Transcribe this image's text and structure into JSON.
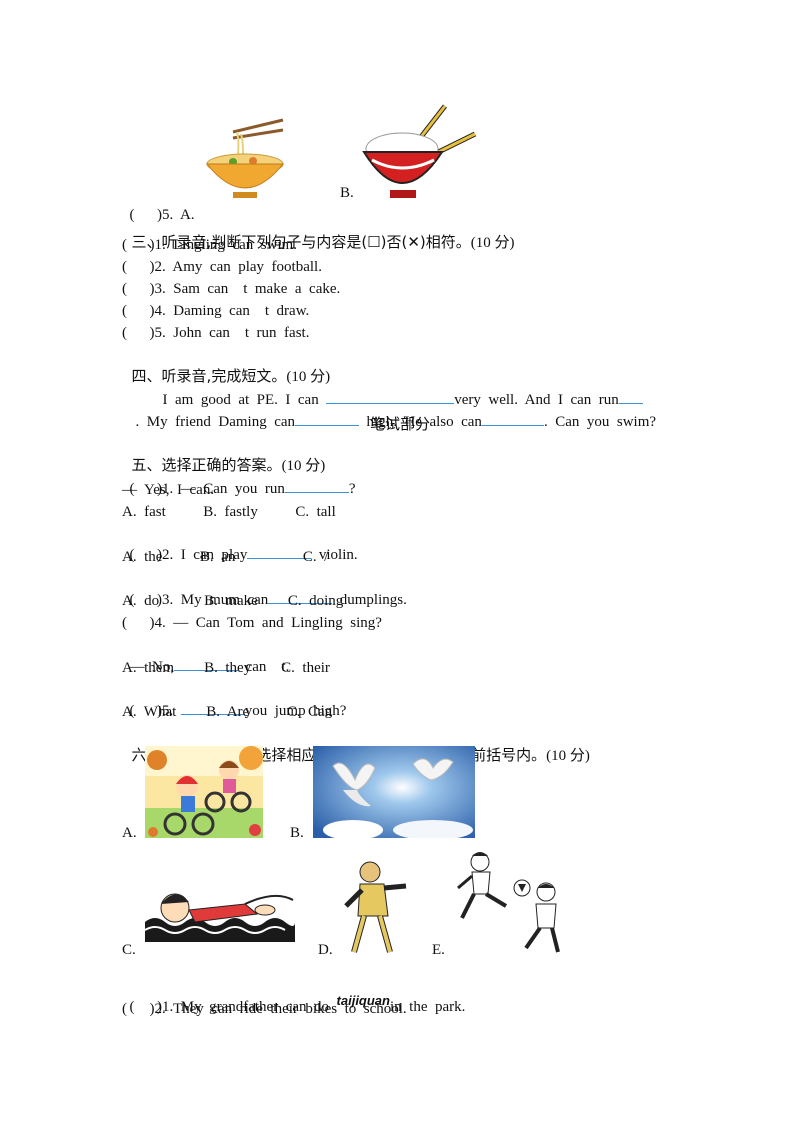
{
  "q5_listen": {
    "paren": "(      )5.",
    "opt_a": "A.",
    "opt_b": "B."
  },
  "section3": {
    "title": "三、听录音,判断下列句子与内容是(",
    "title_mid": ")否(",
    "title_end": ")相符。",
    "points": "(10 分)",
    "items": [
      "(      )1.  Lingling  can  swim.",
      "(      )2.  Amy  can  play  football.",
      "(      )3.  Sam  can    t  make  a  cake.",
      "(      )4.  Daming  can    t  draw.",
      "(      )5.  John  can    t  run  fast."
    ]
  },
  "section4": {
    "title": "四、听录音,完成短文。",
    "points": "(10 分)",
    "p1_a": "I  am  good  at  PE.  I  can  ",
    "p1_b": "very  well.  And  I  can  run",
    "p2_a": ".  My  friend  Daming  can",
    "p2_b": "  high.  He  also  can",
    "p2_c": ".  Can  you  swim?"
  },
  "written_part": "笔试部分",
  "section5": {
    "title": "五、选择正确的答案。",
    "points": "(10 分)",
    "q1": "(      )1.  —  Can  you  run",
    "q1_end": "?",
    "q1_ans": "—  Yes,  I  can.",
    "q1_opts": "A.  fast          B.  fastly          C.  tall",
    "q2": "(      )2.  I  can  play",
    "q2_end": "  violin.",
    "q2_opts": "A.  the          B.  an                  C.  /",
    "q3": "(      )3.  My  mum  can",
    "q3_end": "  dumplings.",
    "q3_opts": "A.  do            B.  make        C.  doing",
    "q4": "(      )4.  —  Can  Tom  and  Lingling  sing?",
    "q4_ans": "—  No,",
    "q4_ans_end": "  can    t.",
    "q4_opts": "A.  them        B.  they        C.  their",
    "q5": "(      )5.  ",
    "q5_end": "you  jump  high?",
    "q5_opts": "A.  What        B.  Are          C.  Can"
  },
  "section6": {
    "title": "六、根据句子意思,选择相应的图片,将其标号填在题前括号内。",
    "points": "(10 分)",
    "labels": [
      "A.",
      "B.",
      "C.",
      "D.",
      "E."
    ],
    "s1_a": "(      )1.  My  grandfather  can  do  ",
    "s1_word": "taijiquan",
    "s1_b": "in  the  park.",
    "s2": "(      )2.  They  can  ride  their  bikes  to  school."
  }
}
